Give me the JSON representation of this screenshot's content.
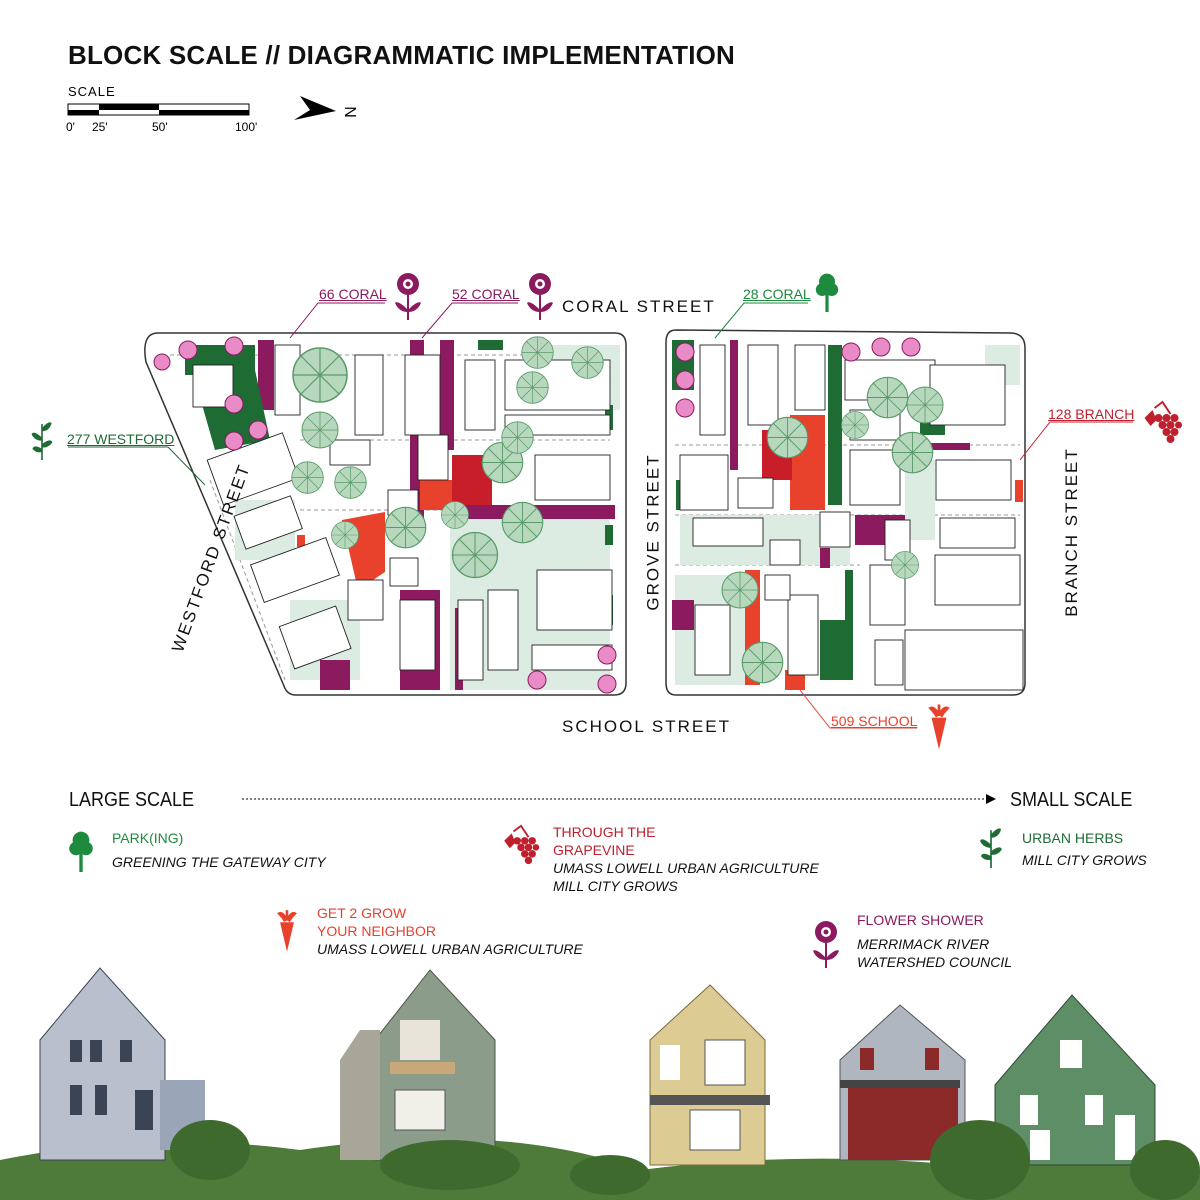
{
  "title": "BLOCK SCALE // DIAGRAMMATIC IMPLEMENTATION",
  "scale_bar": {
    "label": "SCALE",
    "ticks": [
      "0'",
      "25'",
      "50'",
      "100'"
    ]
  },
  "north_label": "N",
  "streets": {
    "coral": "CORAL STREET",
    "school": "SCHOOL STREET",
    "westford": "WESTFORD STREET",
    "grove": "GROVE STREET",
    "branch": "BRANCH STREET"
  },
  "sites": [
    {
      "label": "66 CORAL",
      "icon": "flower-icon",
      "color": "#8b1a5e"
    },
    {
      "label": "52 CORAL",
      "icon": "flower-icon",
      "color": "#8b1a5e"
    },
    {
      "label": "28 CORAL",
      "icon": "tree-icon",
      "color": "#1e8a3e"
    },
    {
      "label": "277 WESTFORD",
      "icon": "herb-icon",
      "color": "#1e6b34"
    },
    {
      "label": "128 BRANCH",
      "icon": "grape-icon",
      "color": "#c0202e"
    },
    {
      "label": "509 SCHOOL",
      "icon": "carrot-icon",
      "color": "#e8412c"
    }
  ],
  "scale_axis": {
    "left": "LARGE SCALE",
    "right": "SMALL SCALE"
  },
  "legend": [
    {
      "title": "PARK(ING)",
      "lines": [
        "GREENING THE GATEWAY CITY"
      ],
      "icon": "tree-icon",
      "color": "#1e8a3e"
    },
    {
      "title": "THROUGH THE",
      "title2": "GRAPEVINE",
      "lines": [
        "UMASS LOWELL URBAN AGRICULTURE",
        "MILL CITY GROWS"
      ],
      "icon": "grape-icon",
      "color": "#c0202e"
    },
    {
      "title": "URBAN HERBS",
      "lines": [
        "MILL CITY GROWS"
      ],
      "icon": "herb-icon",
      "color": "#1e6b34"
    },
    {
      "title": "GET 2 GROW",
      "title2": "YOUR NEIGHBOR",
      "lines": [
        "UMASS LOWELL URBAN AGRICULTURE"
      ],
      "icon": "carrot-icon",
      "color": "#e8412c"
    },
    {
      "title": "FLOWER SHOWER",
      "lines": [
        "MERRIMACK RIVER",
        "WATERSHED COUNCIL"
      ],
      "icon": "flower-icon",
      "color": "#8b1a5e"
    }
  ]
}
